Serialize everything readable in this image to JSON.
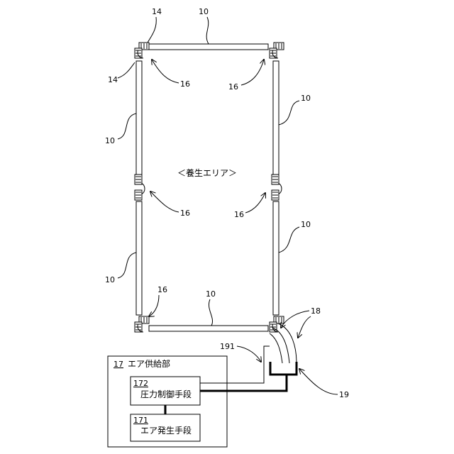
{
  "figure": {
    "area_label": "＜養生エリア＞",
    "ref_labels": {
      "tube": "10",
      "joint": "14",
      "connector": "16",
      "air_supply": "17",
      "pressure_control": "172",
      "air_generation": "171",
      "hose": "18",
      "pipe": "19",
      "pipe_end": "191"
    },
    "air_supply_title": "エア供給部",
    "pressure_control_title": "圧力制御手段",
    "air_generation_title": "エア発生手段"
  }
}
